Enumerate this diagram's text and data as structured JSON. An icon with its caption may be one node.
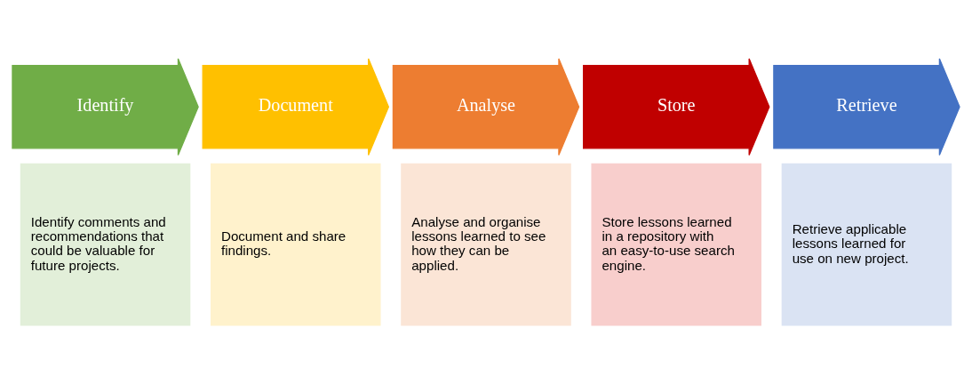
{
  "diagram": {
    "nodes": [
      {
        "text": [
          "Identify"
        ]
      },
      {
        "text": [
          "Document"
        ]
      },
      {
        "text": [
          "Analyse"
        ]
      },
      {
        "text": [
          "Store"
        ]
      },
      {
        "text": [
          "Retrieve"
        ]
      },
      {
        "text": [
          "Identify comments and recommendations that could be valuable for future projects."
        ]
      },
      {
        "text": [
          "Document and share findings."
        ]
      },
      {
        "text": [
          "Analyse and organise lessons learned to see how they can be applied."
        ]
      },
      {
        "text": [
          "Store lessons learned in a repository with an easy-to-use search engine."
        ]
      },
      {
        "text": [
          "Retrieve applicable lessons learned for use on new project."
        ]
      }
    ]
  }
}
